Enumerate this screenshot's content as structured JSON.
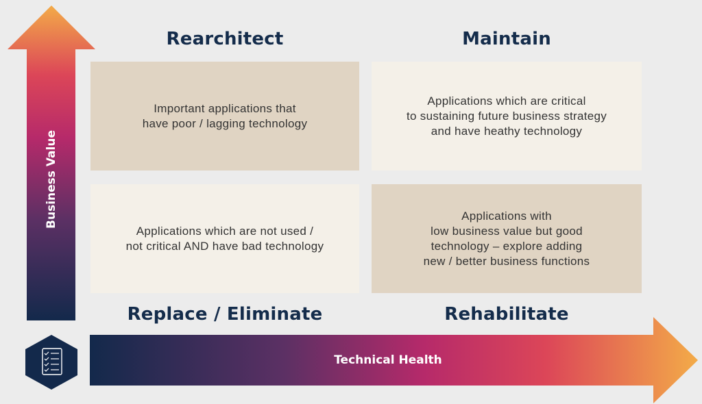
{
  "quadrants": {
    "top_left": {
      "title": "Rearchitect",
      "text": "Important applications that\nhave poor / lagging technology"
    },
    "top_right": {
      "title": "Maintain",
      "text": "Applications which are critical\nto sustaining future business strategy\nand have heathy technology"
    },
    "bottom_left": {
      "title": "Replace / Eliminate",
      "text": "Applications which are not used /\nnot critical AND have bad technology"
    },
    "bottom_right": {
      "title": "Rehabilitate",
      "text": "Applications with\nlow business value but good\ntechnology – explore adding\nnew / better business functions"
    }
  },
  "axes": {
    "y_label": "Business Value",
    "x_label": "Technical Health"
  },
  "icons": {
    "badge": "checklist-icon"
  },
  "colors": {
    "background": "#ececec",
    "title": "#142c4b",
    "box_dark": "#e0d4c3",
    "box_light": "#f4f0e8",
    "gradient": [
      "#13294b",
      "#5c3064",
      "#b62a6a",
      "#dc4658",
      "#f3ab48"
    ]
  }
}
